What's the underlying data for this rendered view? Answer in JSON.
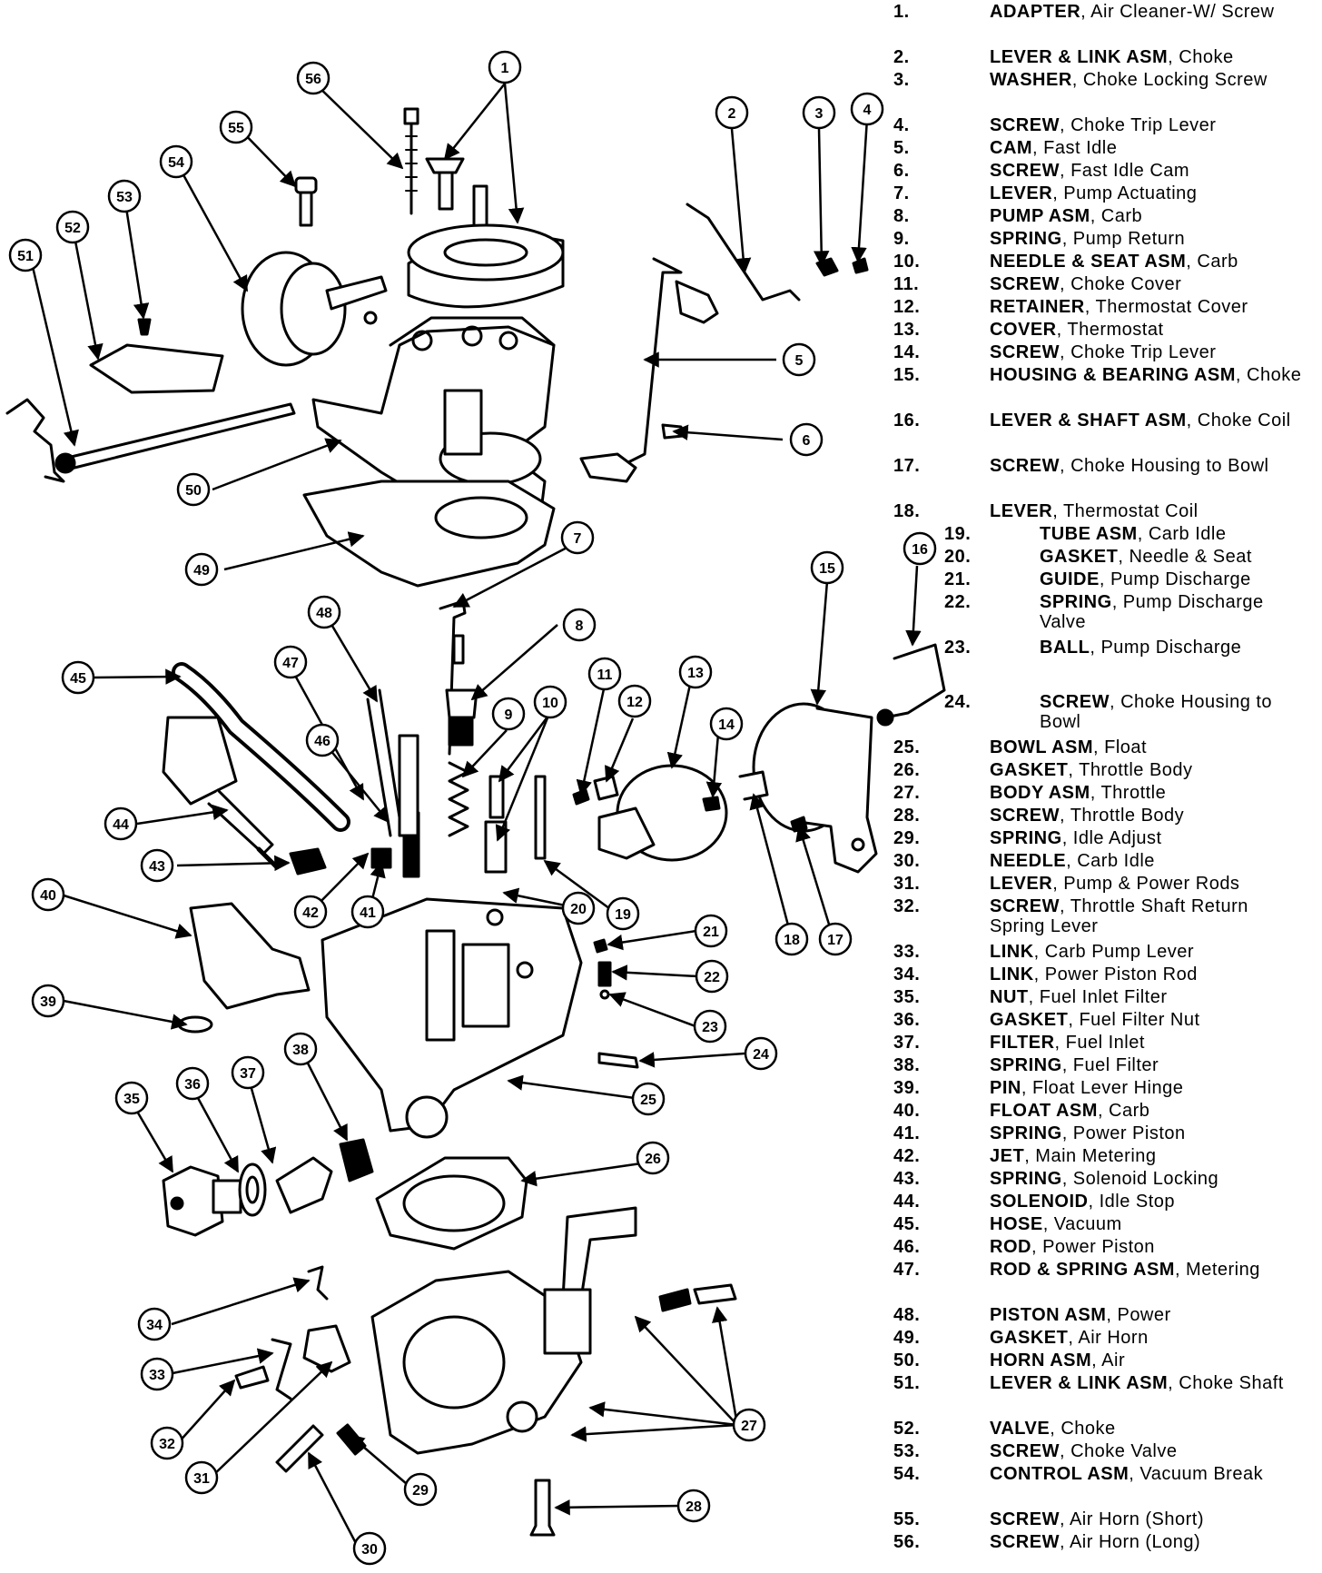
{
  "parts": [
    {
      "num": "1.",
      "name": "ADAPTER",
      "desc": "Air Cleaner-W/ Screw"
    },
    {
      "num": "2.",
      "name": "LEVER & LINK ASM",
      "desc": "Choke"
    },
    {
      "num": "3.",
      "name": "WASHER",
      "desc": "Choke Locking Screw"
    },
    {
      "num": "4.",
      "name": "SCREW",
      "desc": "Choke Trip Lever"
    },
    {
      "num": "5.",
      "name": "CAM",
      "desc": "Fast Idle"
    },
    {
      "num": "6.",
      "name": "SCREW",
      "desc": "Fast Idle Cam"
    },
    {
      "num": "7.",
      "name": "LEVER",
      "desc": "Pump Actuating"
    },
    {
      "num": "8.",
      "name": "PUMP ASM",
      "desc": "Carb"
    },
    {
      "num": "9.",
      "name": "SPRING",
      "desc": "Pump Return"
    },
    {
      "num": "10.",
      "name": "NEEDLE & SEAT ASM",
      "desc": "Carb"
    },
    {
      "num": "11.",
      "name": "SCREW",
      "desc": "Choke Cover"
    },
    {
      "num": "12.",
      "name": "RETAINER",
      "desc": "Thermostat Cover"
    },
    {
      "num": "13.",
      "name": "COVER",
      "desc": "Thermostat"
    },
    {
      "num": "14.",
      "name": "SCREW",
      "desc": "Choke Trip Lever"
    },
    {
      "num": "15.",
      "name": "HOUSING & BEARING ASM",
      "desc": "Choke"
    },
    {
      "num": "16.",
      "name": "LEVER & SHAFT ASM",
      "desc": "Choke Coil"
    },
    {
      "num": "17.",
      "name": "SCREW",
      "desc": "Choke Housing to Bowl"
    },
    {
      "num": "18.",
      "name": "LEVER",
      "desc": "Thermostat Coil"
    },
    {
      "num": "19.",
      "name": "TUBE ASM",
      "desc": "Carb Idle"
    },
    {
      "num": "20.",
      "name": "GASKET",
      "desc": "Needle & Seat"
    },
    {
      "num": "21.",
      "name": "GUIDE",
      "desc": "Pump Discharge"
    },
    {
      "num": "22.",
      "name": "SPRING",
      "desc": "Pump Discharge Valve"
    },
    {
      "num": "23.",
      "name": "BALL",
      "desc": "Pump Discharge"
    },
    {
      "num": "24.",
      "name": "SCREW",
      "desc": "Choke Housing to Bowl"
    },
    {
      "num": "25.",
      "name": "BOWL ASM",
      "desc": "Float"
    },
    {
      "num": "26.",
      "name": "GASKET",
      "desc": "Throttle Body"
    },
    {
      "num": "27.",
      "name": "BODY ASM",
      "desc": "Throttle"
    },
    {
      "num": "28.",
      "name": "SCREW",
      "desc": "Throttle Body"
    },
    {
      "num": "29.",
      "name": "SPRING",
      "desc": "Idle Adjust"
    },
    {
      "num": "30.",
      "name": "NEEDLE",
      "desc": "Carb Idle"
    },
    {
      "num": "31.",
      "name": "LEVER",
      "desc": "Pump & Power Rods"
    },
    {
      "num": "32.",
      "name": "SCREW",
      "desc": "Throttle Shaft Return Spring Lever"
    },
    {
      "num": "33.",
      "name": "LINK",
      "desc": "Carb Pump Lever"
    },
    {
      "num": "34.",
      "name": "LINK",
      "desc": "Power Piston Rod"
    },
    {
      "num": "35.",
      "name": "NUT",
      "desc": "Fuel Inlet Filter"
    },
    {
      "num": "36.",
      "name": "GASKET",
      "desc": "Fuel Filter Nut"
    },
    {
      "num": "37.",
      "name": "FILTER",
      "desc": "Fuel Inlet"
    },
    {
      "num": "38.",
      "name": "SPRING",
      "desc": "Fuel Filter"
    },
    {
      "num": "39.",
      "name": "PIN",
      "desc": "Float Lever Hinge"
    },
    {
      "num": "40.",
      "name": "FLOAT ASM",
      "desc": "Carb"
    },
    {
      "num": "41.",
      "name": "SPRING",
      "desc": "Power Piston"
    },
    {
      "num": "42.",
      "name": "JET",
      "desc": "Main Metering"
    },
    {
      "num": "43.",
      "name": "SPRING",
      "desc": "Solenoid Locking"
    },
    {
      "num": "44.",
      "name": "SOLENOID",
      "desc": "Idle Stop"
    },
    {
      "num": "45.",
      "name": "HOSE",
      "desc": "Vacuum"
    },
    {
      "num": "46.",
      "name": "ROD",
      "desc": "Power Piston"
    },
    {
      "num": "47.",
      "name": "ROD & SPRING ASM",
      "desc": "Metering"
    },
    {
      "num": "48.",
      "name": "PISTON ASM",
      "desc": "Power"
    },
    {
      "num": "49.",
      "name": "GASKET",
      "desc": "Air Horn"
    },
    {
      "num": "50.",
      "name": "HORN ASM",
      "desc": "Air"
    },
    {
      "num": "51.",
      "name": "LEVER & LINK ASM",
      "desc": "Choke Shaft"
    },
    {
      "num": "52.",
      "name": "VALVE",
      "desc": "Choke"
    },
    {
      "num": "53.",
      "name": "SCREW",
      "desc": "Choke Valve"
    },
    {
      "num": "54.",
      "name": "CONTROL ASM",
      "desc": "Vacuum Break"
    },
    {
      "num": "55.",
      "name": "SCREW",
      "desc": "Air Horn (Short)"
    },
    {
      "num": "56.",
      "name": "SCREW",
      "desc": "Air Horn (Long)"
    }
  ],
  "callouts": [
    "1",
    "2",
    "3",
    "4",
    "5",
    "6",
    "7",
    "8",
    "9",
    "10",
    "11",
    "12",
    "13",
    "14",
    "15",
    "16",
    "17",
    "18",
    "19",
    "20",
    "21",
    "22",
    "23",
    "24",
    "25",
    "26",
    "27",
    "28",
    "29",
    "30",
    "31",
    "32",
    "33",
    "34",
    "35",
    "36",
    "37",
    "38",
    "39",
    "40",
    "41",
    "42",
    "43",
    "44",
    "45",
    "46",
    "47",
    "48",
    "49",
    "50",
    "51",
    "52",
    "53",
    "54",
    "55",
    "56"
  ]
}
